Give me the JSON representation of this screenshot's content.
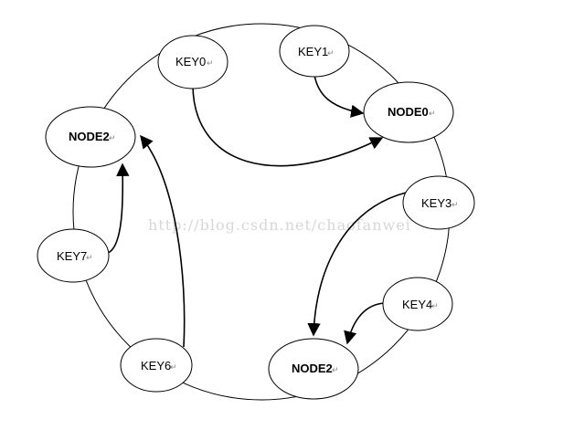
{
  "watermark": "http://blog.csdn.net/chaofanwei",
  "return_mark": "↵",
  "nodes": [
    {
      "id": "key0",
      "label": "KEY0",
      "bold": false
    },
    {
      "id": "key1",
      "label": "KEY1",
      "bold": false
    },
    {
      "id": "node0",
      "label": "NODE0",
      "bold": true
    },
    {
      "id": "node2-left",
      "label": "NODE2",
      "bold": true
    },
    {
      "id": "key3",
      "label": "KEY3",
      "bold": false
    },
    {
      "id": "key7",
      "label": "KEY7",
      "bold": false
    },
    {
      "id": "key4",
      "label": "KEY4",
      "bold": false
    },
    {
      "id": "key6",
      "label": "KEY6",
      "bold": false
    },
    {
      "id": "node2-bottom",
      "label": "NODE2",
      "bold": true
    }
  ],
  "edges": [
    {
      "from": "key1",
      "to": "node0"
    },
    {
      "from": "key0",
      "to": "node0"
    },
    {
      "from": "key3",
      "to": "node2-bottom"
    },
    {
      "from": "key4",
      "to": "node2-bottom"
    },
    {
      "from": "key7",
      "to": "node2-left"
    },
    {
      "from": "key6",
      "to": "node2-left"
    }
  ]
}
